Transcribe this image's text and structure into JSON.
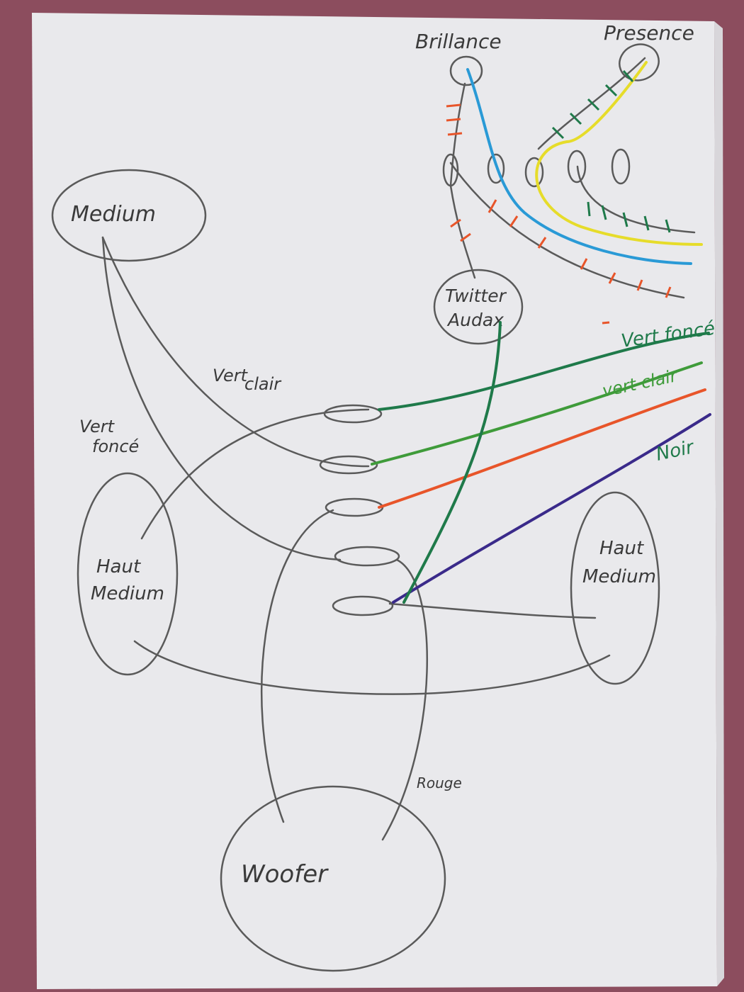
{
  "labels": {
    "brillance": "Brillance",
    "presence": "Presence",
    "medium": "Medium",
    "twitter_line1": "Twitter",
    "twitter_line2": "Audax",
    "vert_clair_left_1": "Vert",
    "vert_clair_left_2": "clair",
    "vert_fonce_left_1": "Vert",
    "vert_fonce_left_2": "foncé",
    "vert_fonce_right": "Vert foncé",
    "vert_clair_right": "vert clair",
    "noir": "Noir",
    "haut_medium_left_1": "Haut",
    "haut_medium_left_2": "Medium",
    "haut_medium_right_1": "Haut",
    "haut_medium_right_2": "Medium",
    "rouge": "Rouge",
    "woofer": "Woofer"
  },
  "colors": {
    "background": "#8c4d5e",
    "paper": "#e9e9ec",
    "pencil": "#5a5a5a",
    "dark_green": "#1f7a4a",
    "light_green": "#3f9b3a",
    "orange": "#e8552a",
    "purple": "#3a2a8a",
    "blue": "#2a9ad6",
    "yellow": "#e6dc2a",
    "black": "#333333"
  }
}
